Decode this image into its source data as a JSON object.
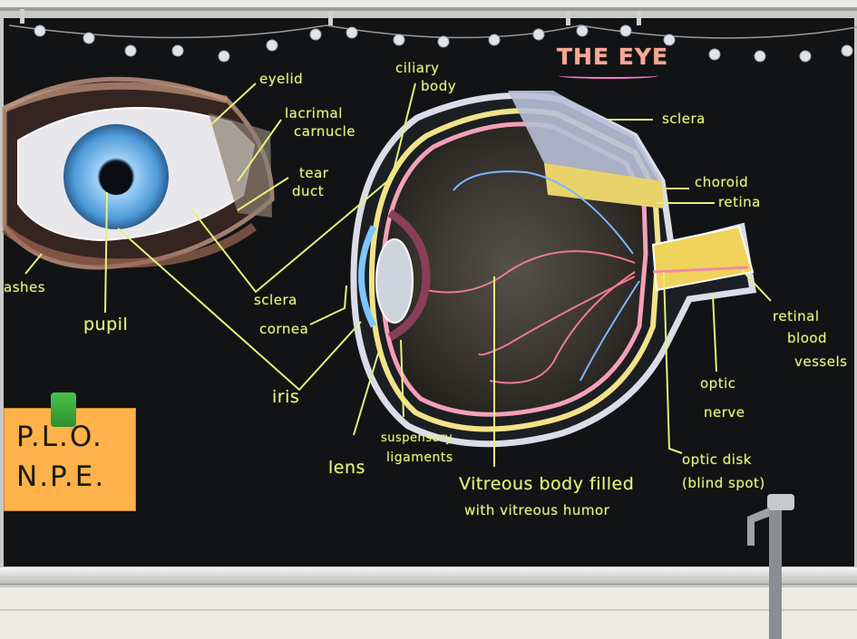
{
  "title": "THE EYE",
  "labels": {
    "eyelid": "eyelid",
    "lacrimal_caruncle": [
      "lacrimal",
      "carnucle"
    ],
    "tear_duct": [
      "tear",
      "duct"
    ],
    "lashes": "ashes",
    "pupil": "pupil",
    "sclera_outer": "sclera",
    "cornea": "cornea",
    "iris": "iris",
    "lens": "lens",
    "ciliary_body": [
      "ciliary",
      "body"
    ],
    "suspensory_ligaments": [
      "suspensory",
      "ligaments"
    ],
    "vitreous_body": [
      "Vitreous body filled",
      "with vitreous humor"
    ],
    "sclera_cut": "sclera",
    "choroid": "choroid",
    "retina": "retina",
    "retinal_blood_vessels": [
      "retinal",
      "blood",
      "vessels"
    ],
    "optic_nerve": [
      "optic",
      "nerve"
    ],
    "optic_disk": [
      "optic disk",
      "(blind spot)"
    ]
  },
  "sticky_note": [
    "P.L.O.",
    "N.P.E."
  ],
  "colors": {
    "chalkboard": "#121314",
    "chalk_label": "#e2f27a",
    "title": "#f5a892",
    "iris": "#5fa6e6",
    "sclera_layer": "#d7d7e8",
    "choroid_layer": "#f2e38a",
    "retina_layer": "#f4a0b8",
    "sticky_note": "#ffb24a"
  }
}
